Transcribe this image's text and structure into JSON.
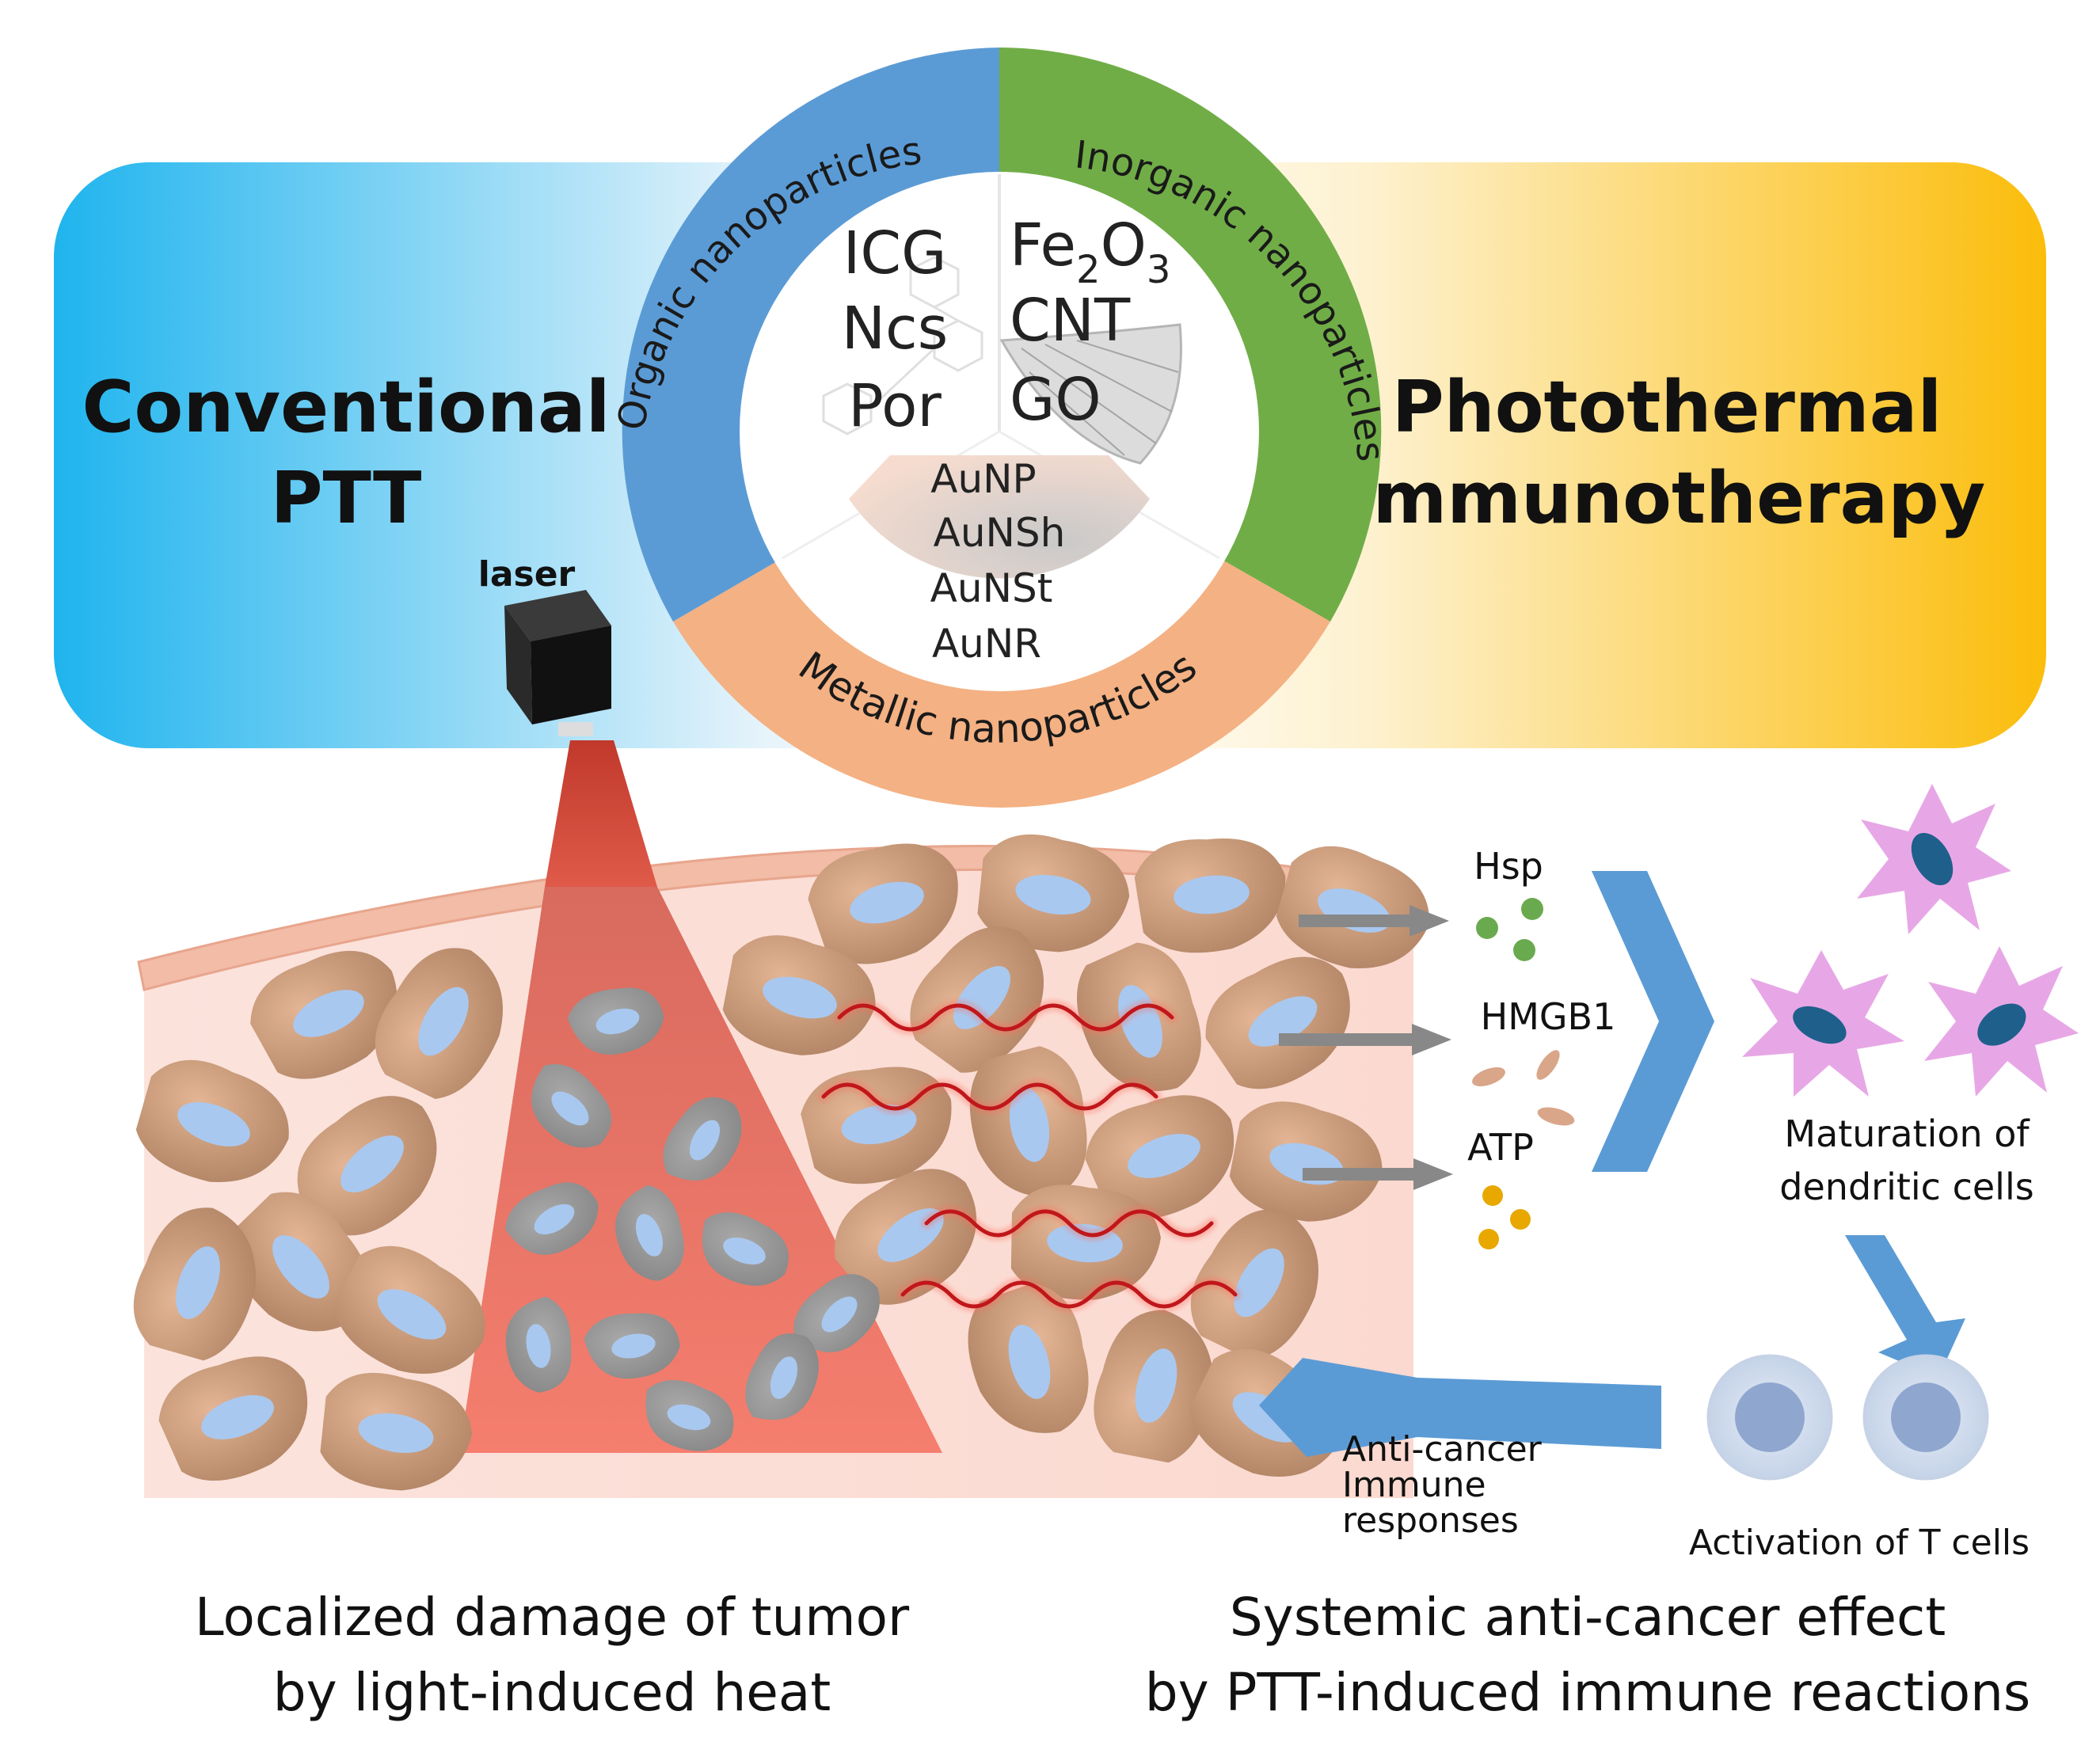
{
  "banner": {
    "left_title": [
      "Conventional",
      "PTT"
    ],
    "right_title": [
      "Photothermal",
      "immunotherapy"
    ],
    "left_color": "#1fb4ee",
    "right_color": "#fbbd0b"
  },
  "wheel": {
    "organic": {
      "label": "Organic nanoparticles",
      "color": "#5b9bd5",
      "items": [
        "ICG",
        "Ncs",
        "Por"
      ]
    },
    "inorganic": {
      "label": "Inorganic nanoparticles",
      "color": "#70ad47",
      "items": [
        {
          "base": "Fe",
          "parts": [
            [
              "2",
              "O"
            ],
            [
              "3",
              ""
            ]
          ]
        },
        {
          "base": "CNT"
        },
        {
          "base": "GO"
        }
      ]
    },
    "metallic": {
      "label": "Metallic nanoparticles",
      "color": "#f4b183",
      "items": [
        "AuNP",
        "AuNSh",
        "AuNSt",
        "AuNR"
      ]
    }
  },
  "laser": {
    "label": "laser"
  },
  "molecules": {
    "hsp": "Hsp",
    "hmgb1": "HMGB1",
    "atp": "ATP"
  },
  "immune": {
    "dc_label": [
      "Maturation of",
      "dendritic cells"
    ],
    "tcell_label": "Activation of T cells",
    "response_label": [
      "Anti-cancer",
      "Immune",
      "responses"
    ]
  },
  "captions": {
    "left": [
      "Localized damage of tumor",
      "by light-induced heat"
    ],
    "right": [
      "Systemic anti-cancer effect",
      "by PTT-induced immune reactions"
    ]
  }
}
